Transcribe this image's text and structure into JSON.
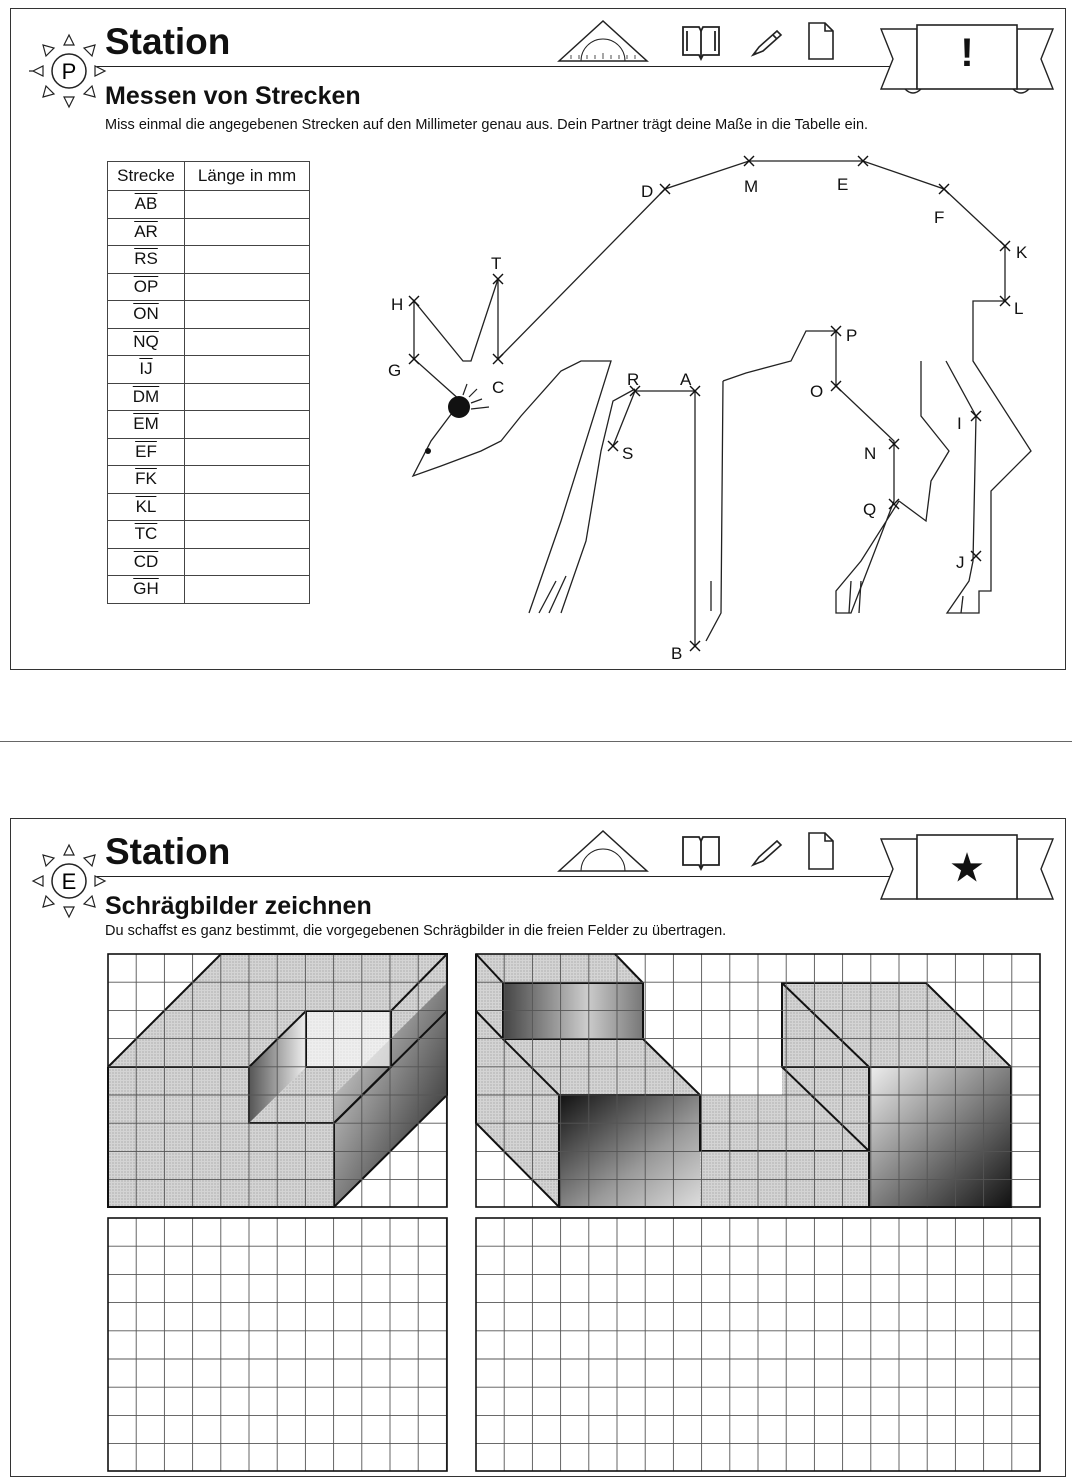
{
  "station1": {
    "badge": "P",
    "title": "Station",
    "subtitle": "Messen von Strecken",
    "instruction": "Miss einmal die angegebenen Strecken auf den Millimeter genau aus. Dein Partner trägt deine Maße in die Tabelle ein.",
    "banner_symbol": "!",
    "table": {
      "headers": [
        "Strecke",
        "Länge in mm"
      ],
      "rows": [
        "AB",
        "AR",
        "RS",
        "OP",
        "ON",
        "NQ",
        "IJ",
        "DM",
        "EM",
        "EF",
        "FK",
        "KL",
        "TC",
        "CD",
        "GH"
      ]
    },
    "points": [
      "A",
      "B",
      "C",
      "D",
      "E",
      "F",
      "G",
      "H",
      "I",
      "J",
      "K",
      "L",
      "M",
      "N",
      "O",
      "P",
      "Q",
      "R",
      "S",
      "T"
    ]
  },
  "station2": {
    "badge": "E",
    "title": "Station",
    "subtitle": "Schrägbilder zeichnen",
    "instruction": "Du schaffst es ganz bestimmt, die vorgegebenen Schrägbilder in die freien Felder zu übertragen.",
    "banner_symbol": "★"
  },
  "icons": [
    "set-square-icon",
    "book-icon",
    "pencil-icon",
    "page-icon"
  ]
}
